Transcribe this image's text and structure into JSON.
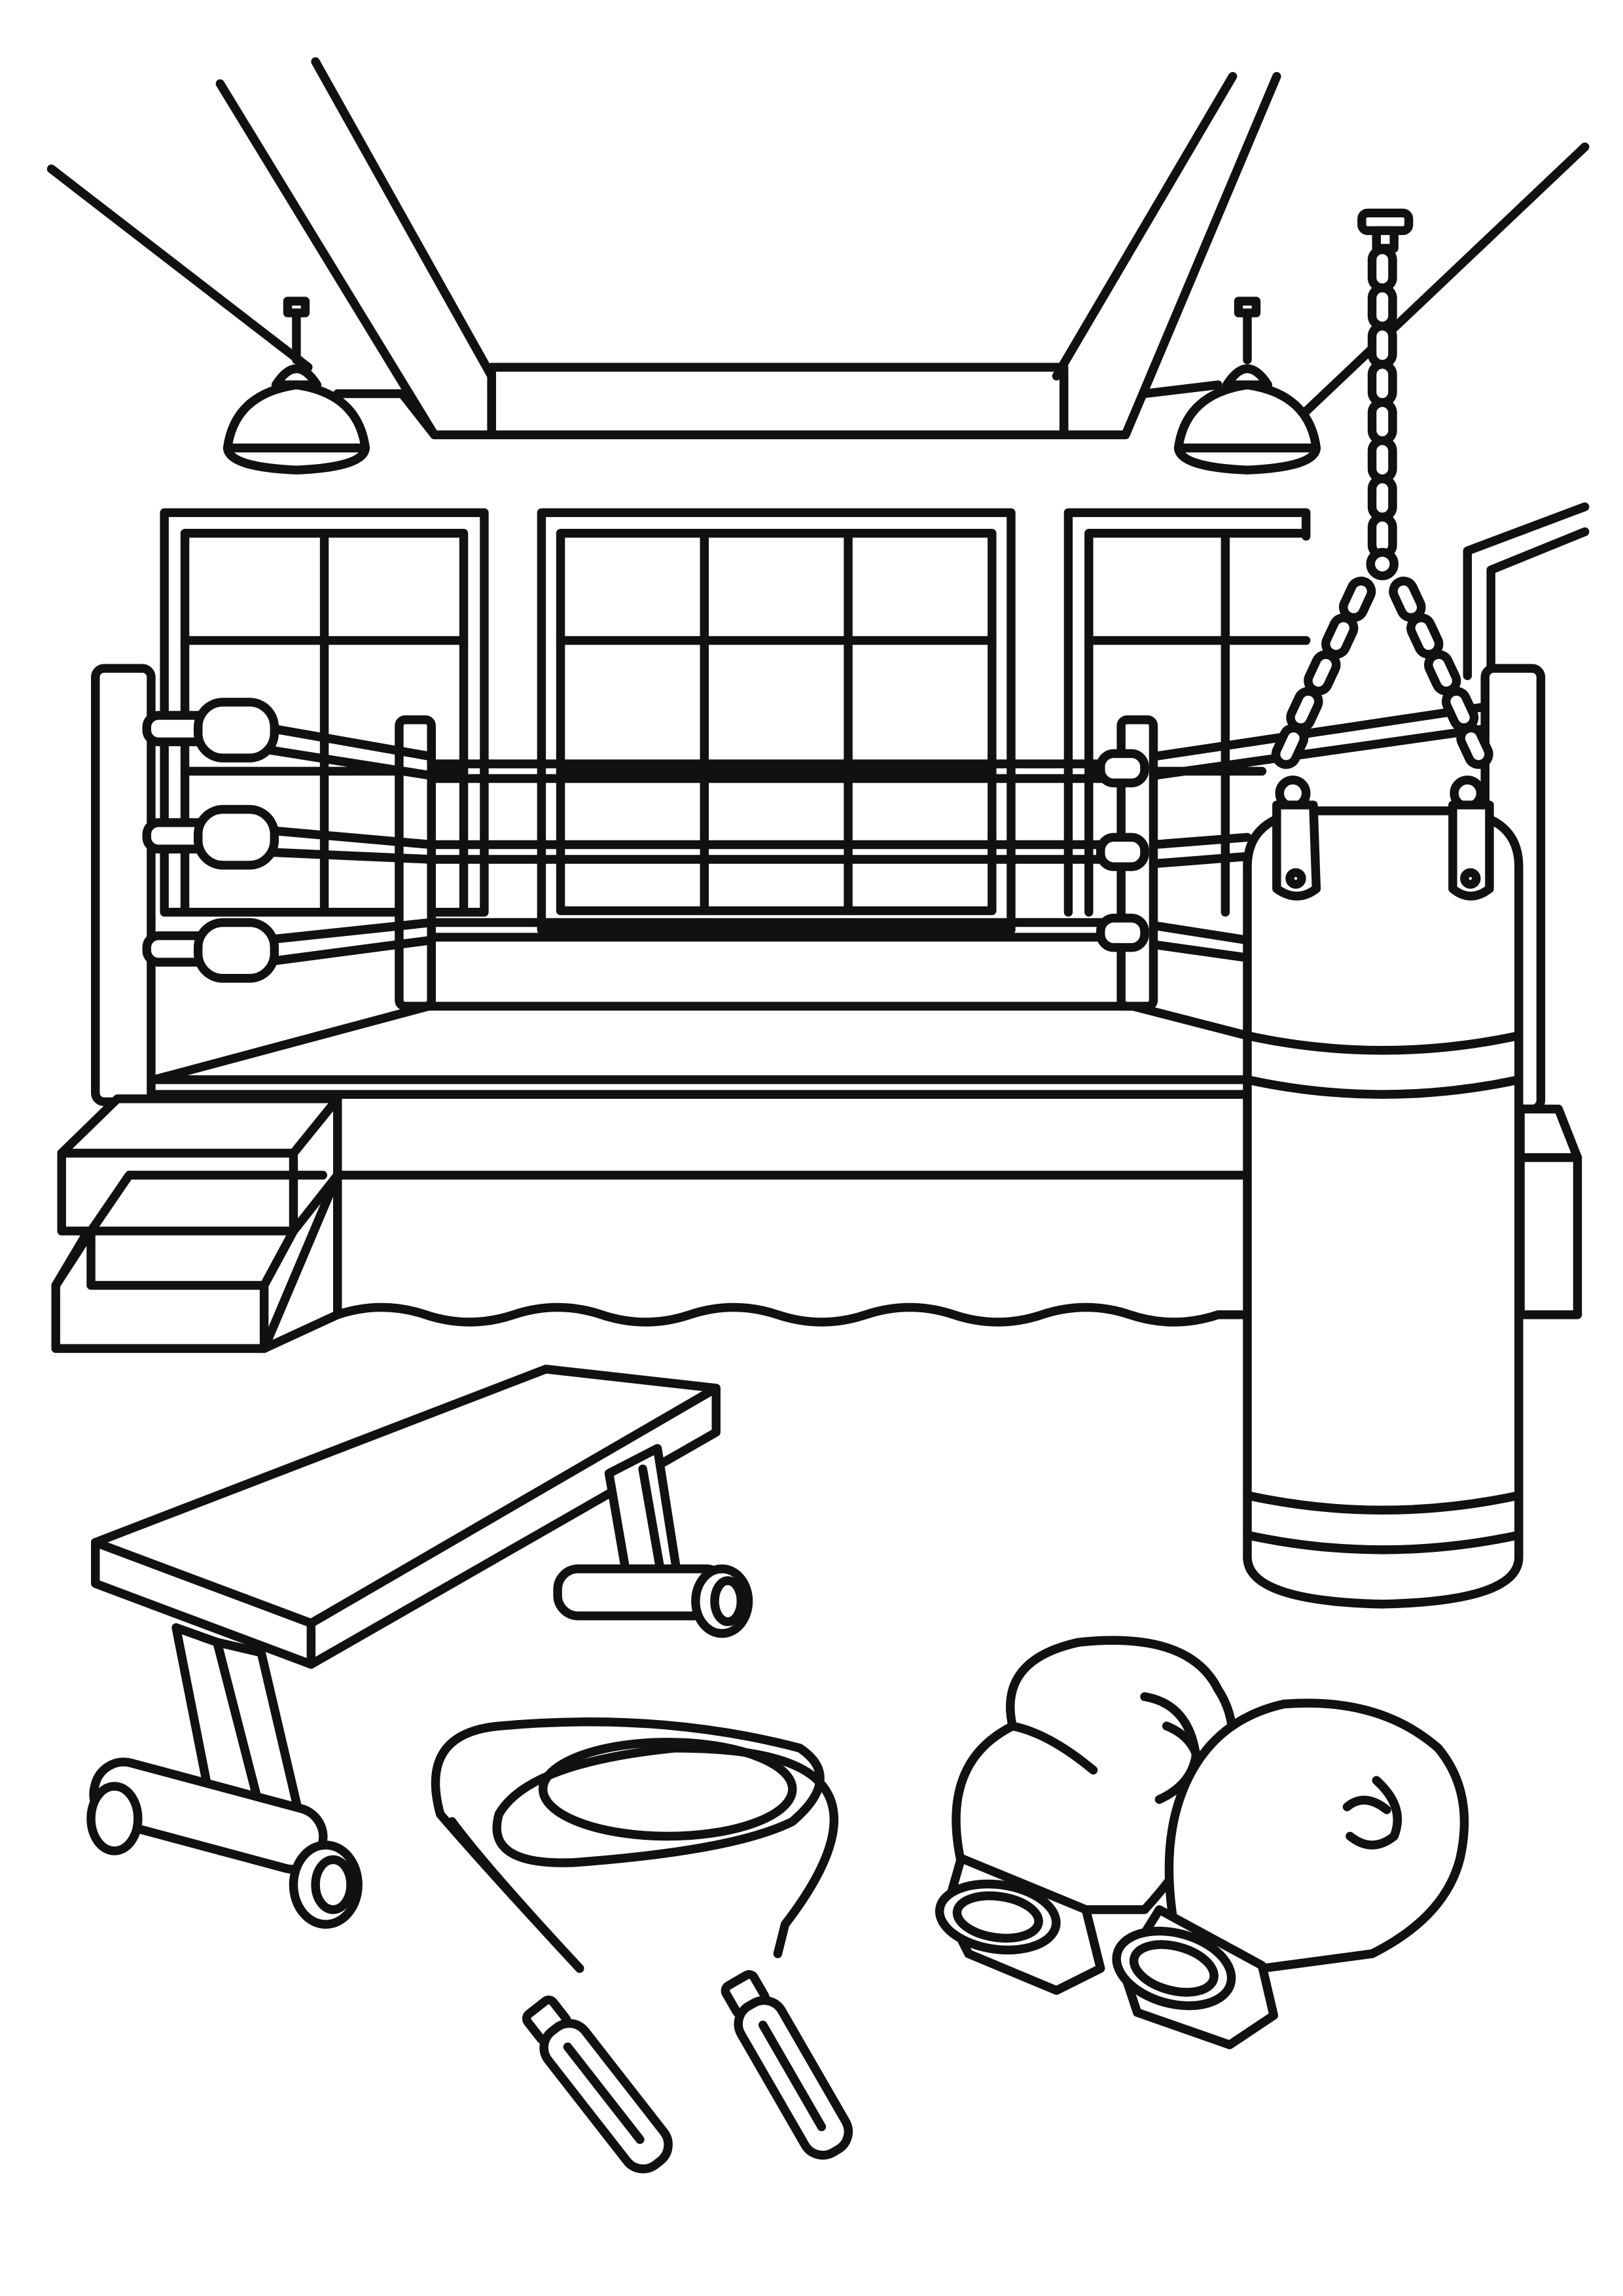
{
  "artwork": {
    "kind": "line-art coloring page",
    "colors": {
      "ink": "#111111",
      "paper": "#ffffff"
    },
    "objects": [
      "ceiling-beams",
      "pendant-lamp-left",
      "pendant-lamp-right",
      "windows",
      "boxing-ring",
      "ring-steps",
      "punching-bag",
      "training-bench",
      "jump-rope",
      "boxing-gloves"
    ]
  }
}
